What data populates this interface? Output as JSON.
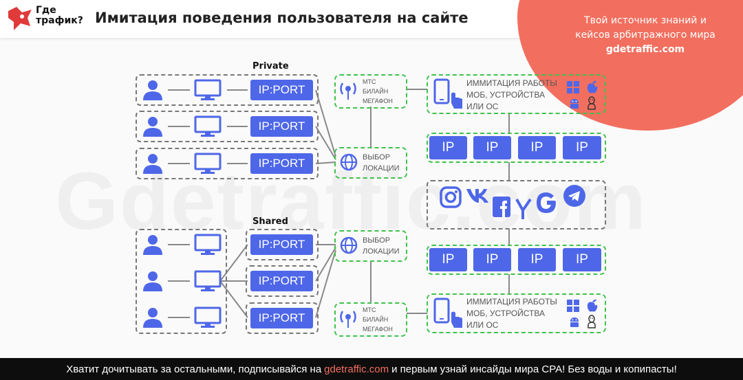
{
  "header": {
    "logo_line1": "Где",
    "logo_line2": "трафик?",
    "title": "Имитация поведения пользователя на сайте",
    "tagline_line1": "Твой источник знаний и",
    "tagline_line2": "кейсов арбитражного мира",
    "tagline_site": "gdetraffic.com"
  },
  "watermark": "Gdetraffic.com",
  "diagram": {
    "private_label": "Private",
    "shared_label": "Shared",
    "ip_port": "IP:PORT",
    "ip": "IP",
    "operators": [
      "МТС",
      "БИЛАЙН",
      "МЕГАФОН"
    ],
    "location": [
      "ВЫБОР",
      "ЛОКАЦИИ"
    ],
    "imitation": [
      "ИММИТАЦИЯ РАБОТЫ",
      "МОБ, УСТРОЙСТВА",
      "ИЛИ ОС"
    ]
  },
  "footer": {
    "before": "Хватит дочитывать за остальными, подписывайся на",
    "link": "gdetraffic.com",
    "after": "и первым узнай инсайды мира CPA! Без воды и копипасты!"
  },
  "colors": {
    "accent": "#f26f5f",
    "blue": "#4e67e8",
    "green": "#3ec24a"
  }
}
